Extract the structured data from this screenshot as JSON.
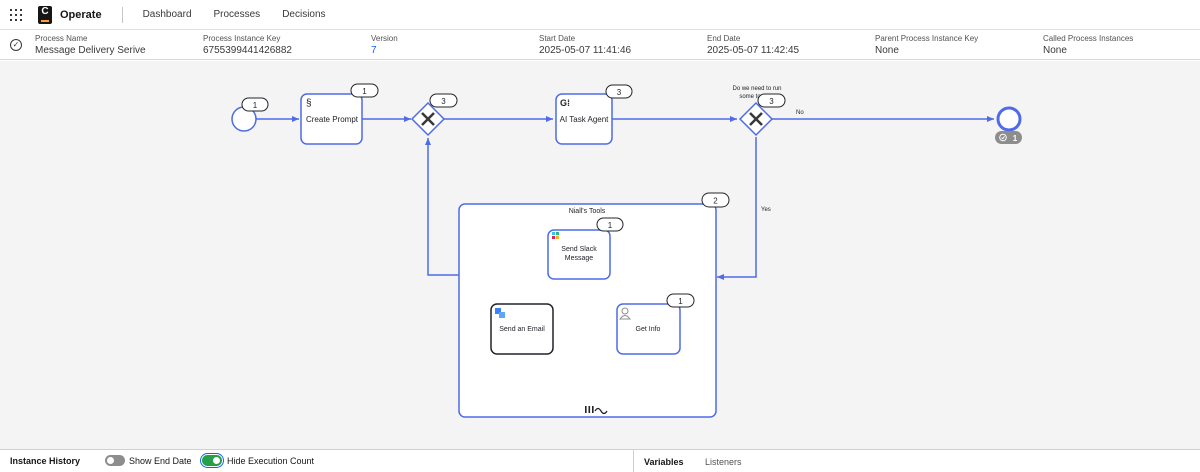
{
  "nav": {
    "brand": "Operate",
    "links": [
      "Dashboard",
      "Processes",
      "Decisions"
    ]
  },
  "instance": {
    "status": "completed",
    "fields": [
      {
        "label": "Process Name",
        "value": "Message Delivery Serive"
      },
      {
        "label": "Process Instance Key",
        "value": "6755399441426882"
      },
      {
        "label": "Version",
        "value": "7"
      },
      {
        "label": "Start Date",
        "value": "2025-05-07 11:41:46"
      },
      {
        "label": "End Date",
        "value": "2025-05-07 11:42:45"
      },
      {
        "label": "Parent Process Instance Key",
        "value": "None"
      },
      {
        "label": "Called Process Instances",
        "value": "None"
      }
    ]
  },
  "diagram": {
    "start_event_count": "1",
    "create_prompt": {
      "label": "Create Prompt",
      "count": "1"
    },
    "merge_gateway_count": "3",
    "ai_agent": {
      "label": "AI Task Agent",
      "count": "3"
    },
    "decision_gateway": {
      "label_line1": "Do we need to run",
      "label_line2": "some to",
      "count": "3"
    },
    "flow_no": "No",
    "flow_yes": "Yes",
    "end_event_count": "1",
    "subprocess": {
      "title": "Niall's Tools",
      "count": "2"
    },
    "slack_task": {
      "line1": "Send Slack",
      "line2": "Message",
      "count": "1"
    },
    "email_task": {
      "label": "Send an Email"
    },
    "info_task": {
      "label": "Get Info",
      "count": "1"
    }
  },
  "bottom": {
    "title": "Instance History",
    "toggles": [
      {
        "label": "Show End Date",
        "on": false
      },
      {
        "label": "Hide Execution Count",
        "on": true
      }
    ],
    "tabs": [
      "Variables",
      "Listeners"
    ]
  },
  "colors": {
    "flow": "#4f6be8",
    "completed_node": "#4f6be8",
    "canvas_bg": "#f4f4f4",
    "toggle_on": "#24a148"
  }
}
